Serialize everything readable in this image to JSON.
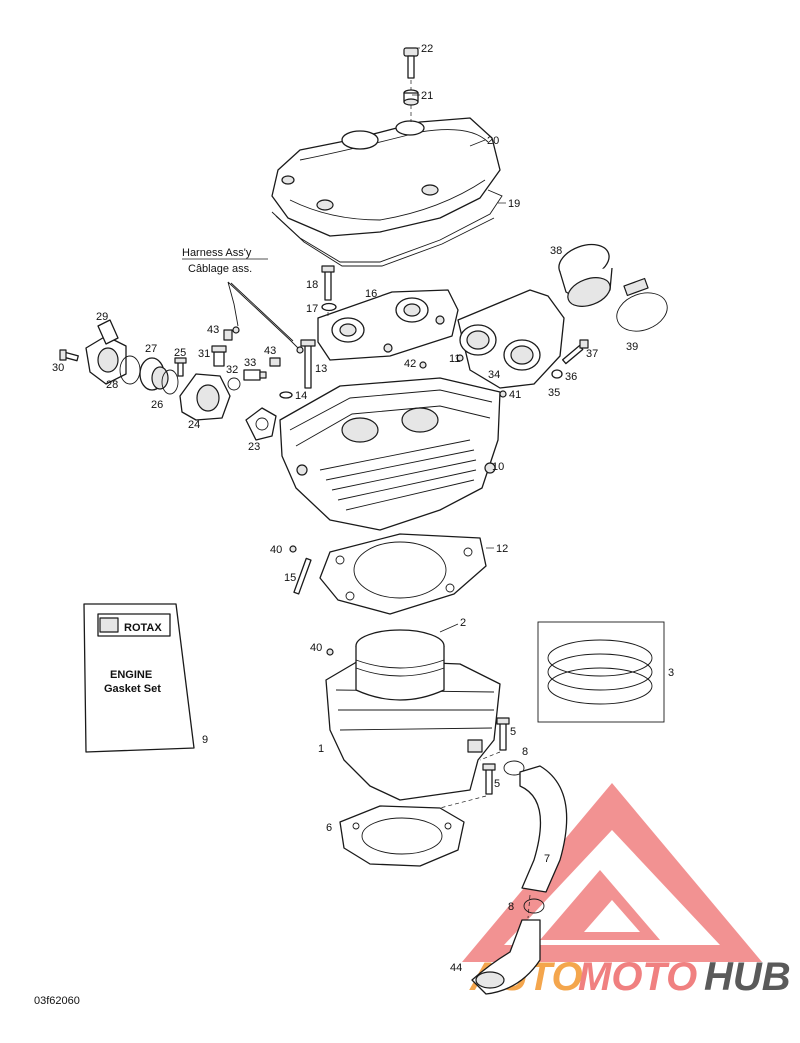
{
  "harness": {
    "line1": "Harness Ass'y",
    "line2": "Câblage ass."
  },
  "kit": {
    "brand": "ROTAX",
    "line1": "ENGINE",
    "line2": "Gasket Set"
  },
  "figure_code": "03f62060",
  "watermark": {
    "part1": "AUTO",
    "part2": "MOTO",
    "part3": "HUB"
  },
  "colors": {
    "watermark_red": "#f08080",
    "watermark_orange": "#f4a64d",
    "watermark_dark": "#5a5a5a"
  },
  "part_numbers": {
    "p1": "1",
    "p2": "2",
    "p3": "3",
    "p5a": "5",
    "p5b": "5",
    "p6": "6",
    "p7": "7",
    "p8a": "8",
    "p8b": "8",
    "p9": "9",
    "p10": "10",
    "p11": "11",
    "p12": "12",
    "p13": "13",
    "p14": "14",
    "p15": "15",
    "p16": "16",
    "p17": "17",
    "p18": "18",
    "p19": "19",
    "p20": "20",
    "p21": "21",
    "p22": "22",
    "p23": "23",
    "p24": "24",
    "p25": "25",
    "p26": "26",
    "p27": "27",
    "p28": "28",
    "p29": "29",
    "p30": "30",
    "p31": "31",
    "p32": "32",
    "p33": "33",
    "p34": "34",
    "p35": "35",
    "p36": "36",
    "p37": "37",
    "p38": "38",
    "p39": "39",
    "p40a": "40",
    "p40b": "40",
    "p41": "41",
    "p42": "42",
    "p43a": "43",
    "p43b": "43",
    "p44": "44"
  }
}
